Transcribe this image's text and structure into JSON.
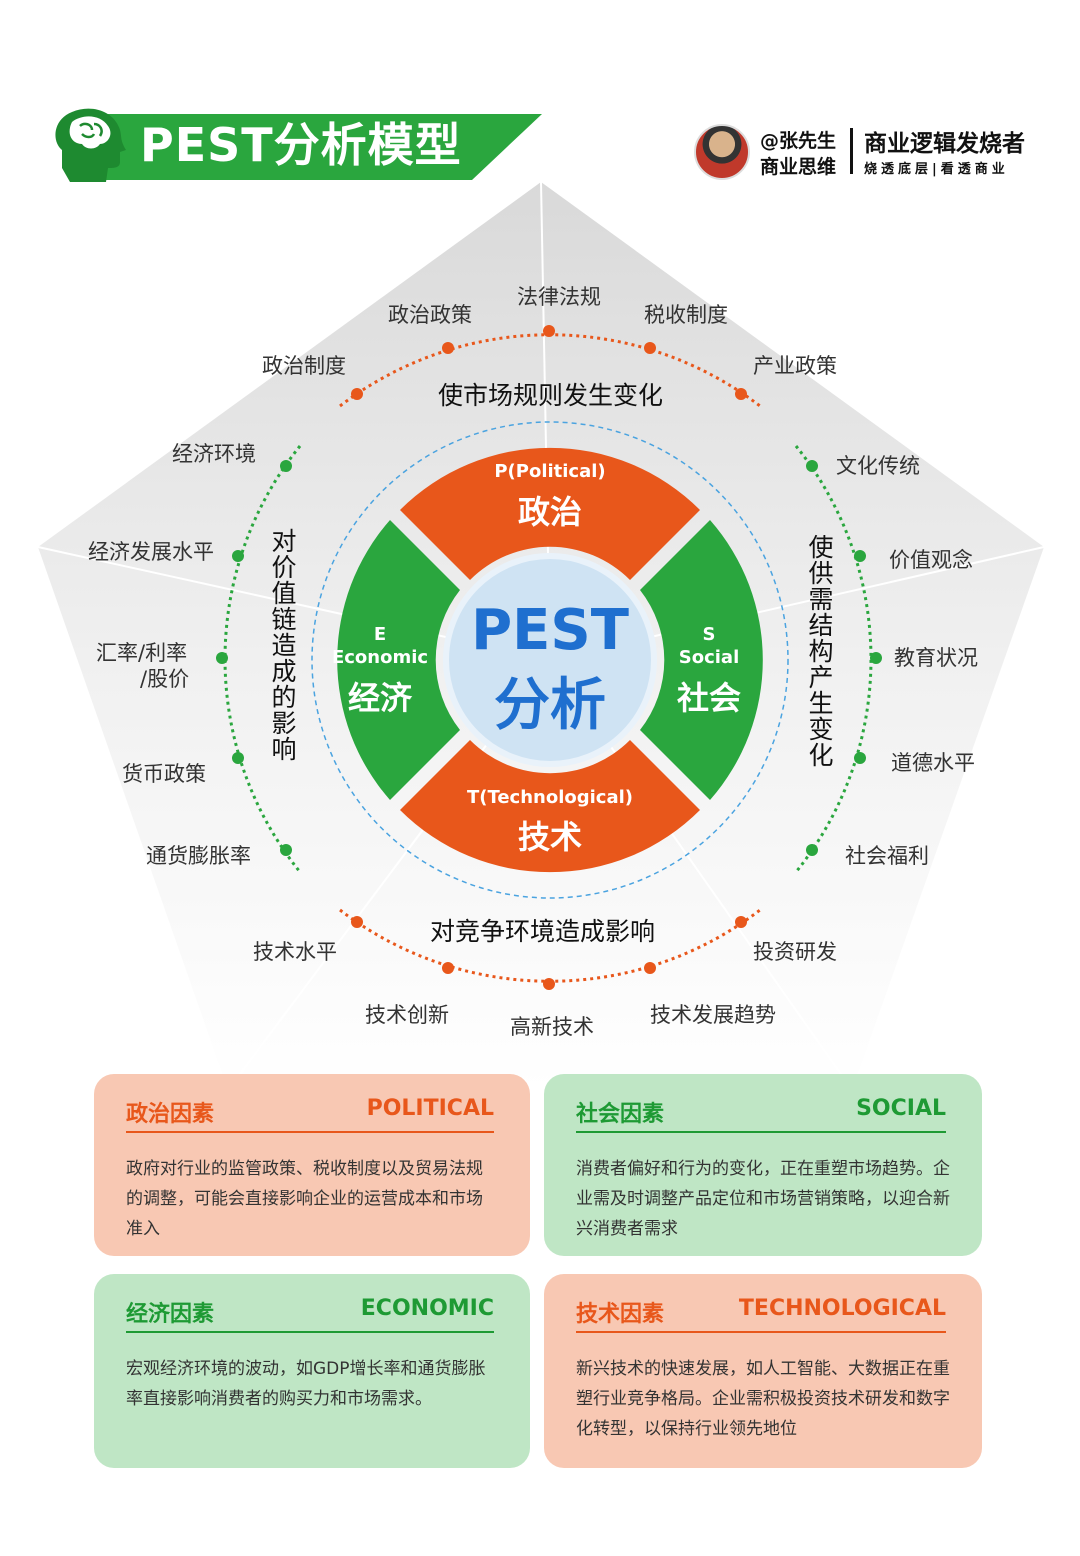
{
  "header": {
    "title": "PEST分析模型",
    "author_name": "@张先生",
    "author_sub": "商业思维",
    "brand": "商业逻辑发烧者",
    "slogan": "烧透底层|看透商业"
  },
  "core": {
    "line1": "PEST",
    "line2": "分析"
  },
  "segments": {
    "political": {
      "en": "P(Political)",
      "cn": "政治"
    },
    "economic": {
      "letter": "E",
      "en": "Economic",
      "cn": "经济"
    },
    "social": {
      "letter": "S",
      "en": "Social",
      "cn": "社会"
    },
    "technological": {
      "en": "T(Technological)",
      "cn": "技术"
    }
  },
  "captions": {
    "top": "使市场规则发生变化",
    "left": "对价值链造成的影响",
    "right": "使供需结构产生变化",
    "bottom": "对竞争环境造成影响"
  },
  "factors": {
    "political": [
      "政治制度",
      "政治政策",
      "法律法规",
      "税收制度",
      "产业政策"
    ],
    "economic": [
      "经济环境",
      "经济发展水平",
      "汇率/利率",
      "/股价",
      "货币政策",
      "通货膨胀率"
    ],
    "social": [
      "文化传统",
      "价值观念",
      "教育状况",
      "道德水平",
      "社会福利"
    ],
    "technological": [
      "技术水平",
      "技术创新",
      "高新技术",
      "技术发展趋势",
      "投资研发"
    ]
  },
  "cards": {
    "political": {
      "title": "政治因素",
      "en": "POLITICAL",
      "body": "政府对行业的监管政策、税收制度以及贸易法规的调整，可能会直接影响企业的运营成本和市场准入"
    },
    "social": {
      "title": "社会因素",
      "en": "SOCIAL",
      "body": "消费者偏好和行为的变化，正在重塑市场趋势。企业需及时调整产品定位和市场营销策略，以迎合新兴消费者需求"
    },
    "economic": {
      "title": "经济因素",
      "en": "ECONOMIC",
      "body": "宏观经济环境的波动，如GDP增长率和通货膨胀率直接影响消费者的购买力和市场需求。"
    },
    "technological": {
      "title": "技术因素",
      "en": "TECHNOLOGICAL",
      "body": "新兴技术的快速发展，如人工智能、大数据正在重塑行业竞争格局。企业需积极投资技术研发和数字化转型，以保持行业领先地位"
    }
  },
  "colors": {
    "orange": "#e8571b",
    "green": "#1e9a34",
    "blue": "#1f6fcf",
    "card_orange": "#f8c8b3",
    "card_green": "#bfe6c5"
  }
}
